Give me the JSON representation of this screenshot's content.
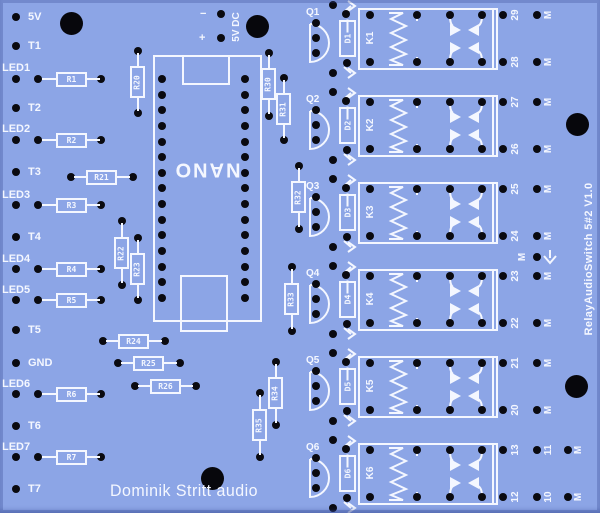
{
  "board": {
    "bottom_text": "Dominik Stritt audio",
    "side_text": "RelayAudioSwitch 5#2 V1.0",
    "mcu_text": "NANO",
    "colors": {
      "board": "#8CA5E6",
      "silkscreen": "#F4F7FF",
      "pad": "#0A0A10"
    },
    "power": {
      "minus": "−",
      "plus": "+",
      "label": "5V DC"
    },
    "mid_marker": "M"
  },
  "left_pins": [
    {
      "label": "5V"
    },
    {
      "label": "T1"
    },
    {
      "label": "T2"
    },
    {
      "label": "T3"
    },
    {
      "label": "T4"
    },
    {
      "label": "T5"
    },
    {
      "label": "GND"
    },
    {
      "label": "T6"
    },
    {
      "label": "T7"
    }
  ],
  "led_rows": [
    {
      "led": "LED1",
      "res": "R1"
    },
    {
      "led": "LED2",
      "res": "R2"
    },
    {
      "led": "LED3",
      "res": "R3"
    },
    {
      "led": "LED4",
      "res": "R4"
    },
    {
      "led": "LED5",
      "res": "R5"
    },
    {
      "led": "LED6",
      "res": "R6"
    },
    {
      "led": "LED7",
      "res": "R7"
    }
  ],
  "resistors_h": [
    {
      "label": "R21"
    },
    {
      "label": "R24"
    },
    {
      "label": "R25"
    },
    {
      "label": "R26"
    }
  ],
  "resistors_v": [
    {
      "label": "R20"
    },
    {
      "label": "R22"
    },
    {
      "label": "R23"
    },
    {
      "label": "R30"
    },
    {
      "label": "R31"
    },
    {
      "label": "R32"
    },
    {
      "label": "R33"
    },
    {
      "label": "R34"
    },
    {
      "label": "R35"
    }
  ],
  "rows": [
    {
      "q": "Q1",
      "d": "D1",
      "k": "K1",
      "n_top": "29",
      "n_bot": "28",
      "b_top": "M",
      "b_bot": "M"
    },
    {
      "q": "Q2",
      "d": "D2",
      "k": "K2",
      "n_top": "27",
      "n_bot": "26",
      "b_top": "M",
      "b_bot": "M"
    },
    {
      "q": "Q3",
      "d": "D3",
      "k": "K3",
      "n_top": "25",
      "n_bot": "24",
      "b_top": "M",
      "b_bot": "M"
    },
    {
      "q": "Q4",
      "d": "D4",
      "k": "K4",
      "n_top": "23",
      "n_bot": "22",
      "b_top": "M",
      "b_bot": "M"
    },
    {
      "q": "Q5",
      "d": "D5",
      "k": "K5",
      "n_top": "21",
      "n_bot": "20",
      "b_top": "M",
      "b_bot": "M"
    },
    {
      "q": "Q6",
      "d": "D6",
      "k": "K6",
      "n_top": "13",
      "n_bot": "12",
      "b_top": "11",
      "b_bot": "10",
      "c_top": "M",
      "c_bot": "M"
    }
  ]
}
